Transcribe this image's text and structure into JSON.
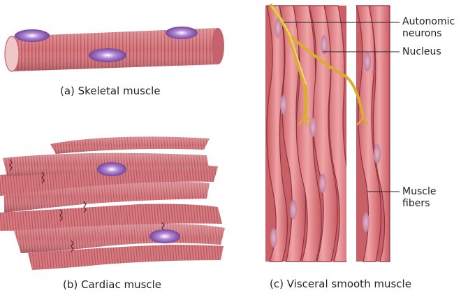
{
  "captions": {
    "skeletal": "(a) Skeletal muscle",
    "cardiac": "(b) Cardiac muscle",
    "smooth": "(c) Visceral smooth muscle"
  },
  "labels": {
    "autonomic_line1": "Autonomic",
    "autonomic_line2": "neurons",
    "nucleus": "Nucleus",
    "fibers_line1": "Muscle",
    "fibers_line2": "fibers"
  },
  "colors": {
    "muscle": "#d9777c",
    "muscle_dark": "#a84a52",
    "nucleus": "#7b4aa6",
    "nerve": "#e0b940"
  }
}
